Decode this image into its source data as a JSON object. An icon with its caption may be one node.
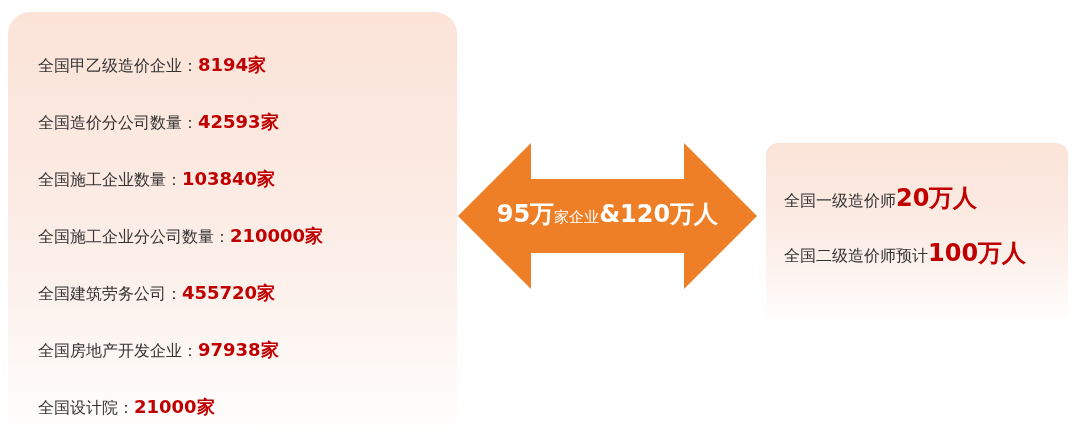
{
  "diagram": {
    "nodes": [
      {
        "text": [
          "全国甲乙级造价企业：**8194家**",
          "全国造价分公司数量：**42593家**",
          "全国施工企业数量：**103840家**",
          "全国施工企业分公司数量：**210000家**",
          "全国建筑劳务公司：**455720家**",
          "全国房地产开发企业：**97938家**",
          "全国设计院：**21000家**"
        ]
      },
      {
        "text": [
          "全国一级造价师**20万人**",
          "全国二级造价师预计**100万人**"
        ]
      }
    ],
    "edges": [
      {
        "from": 0,
        "to": 1,
        "arrow": "both",
        "label": "**95万**家企业**&120万人**"
      }
    ]
  }
}
